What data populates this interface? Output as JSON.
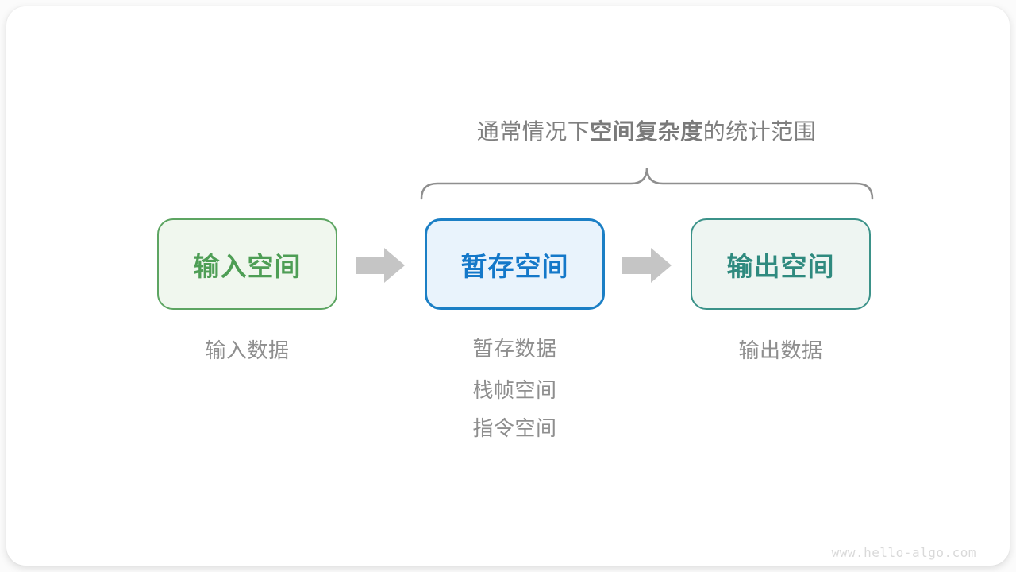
{
  "title": {
    "prefix": "通常情况下",
    "bold": "空间复杂度",
    "suffix": "的统计范围"
  },
  "boxes": [
    {
      "id": "input-space",
      "label": "输入空间",
      "text_color": "#4e9e55",
      "border_color": "#5da562",
      "bg_color": "#f0f7ee",
      "notes": [
        "输入数据"
      ]
    },
    {
      "id": "temp-space",
      "label": "暂存空间",
      "text_color": "#1478c9",
      "border_color": "#1b7fc5",
      "bg_color": "#e9f3fc",
      "notes": [
        "暂存数据",
        "栈帧空间",
        "指令空间"
      ]
    },
    {
      "id": "output-space",
      "label": "输出空间",
      "text_color": "#2f8a7f",
      "border_color": "#3b9289",
      "bg_color": "#eef5f2",
      "notes": [
        "输出数据"
      ]
    }
  ],
  "icons": {
    "arrow": "right-block-arrow",
    "brace": "horizontal-curly-brace"
  },
  "colors": {
    "arrow": "#c5c5c5",
    "brace": "#8f8f8f",
    "title_text": "#7f7f7f",
    "note_text": "#8e8e8e",
    "card_bg": "#ffffff"
  },
  "watermark": "www.hello-algo.com"
}
